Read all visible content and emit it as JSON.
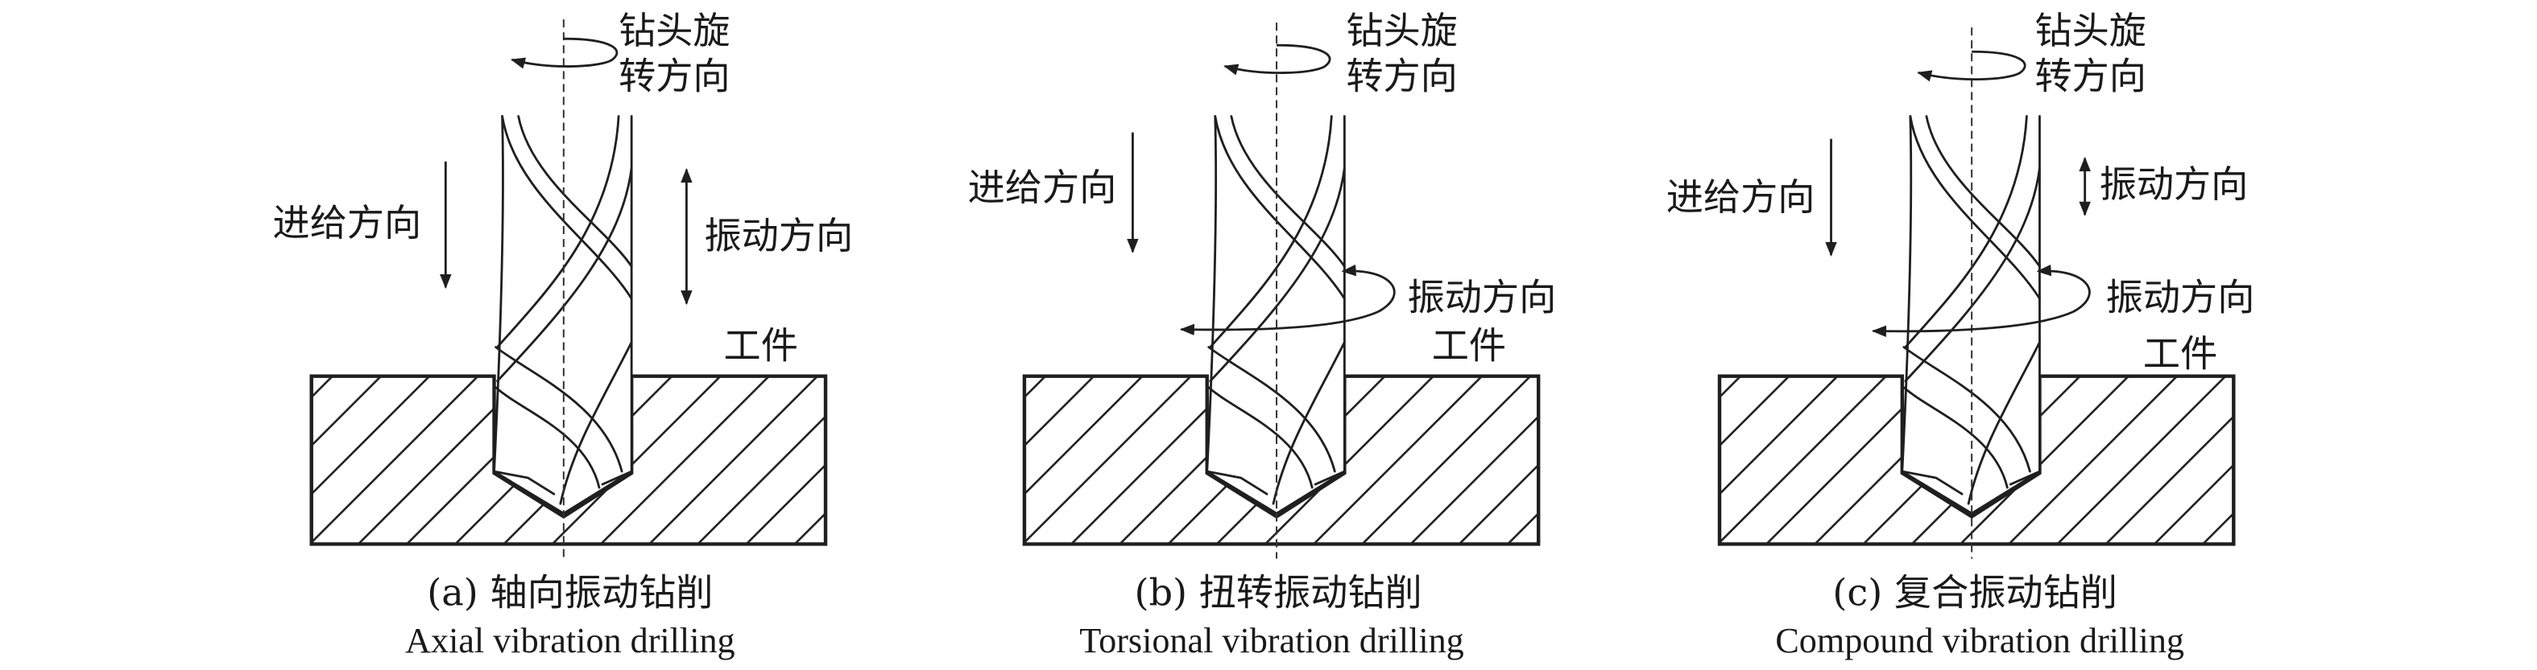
{
  "panels": [
    {
      "rotation_label": [
        "钻头旋",
        "转方向"
      ],
      "feed_label": "进给方向",
      "axial_vibration_label": "振动方向",
      "workpiece_label": "工件",
      "caption_cn": "(a) 轴向振动钻削",
      "caption_en": "Axial vibration drilling"
    },
    {
      "rotation_label": [
        "钻头旋",
        "转方向"
      ],
      "feed_label": "进给方向",
      "torsional_vibration_label": "振动方向",
      "workpiece_label": "工件",
      "caption_cn": "(b) 扭转振动钻削",
      "caption_en": "Torsional vibration drilling"
    },
    {
      "rotation_label": [
        "钻头旋",
        "转方向"
      ],
      "feed_label": "进给方向",
      "axial_vibration_label": "振动方向",
      "torsional_vibration_label": "振动方向",
      "workpiece_label": "工件",
      "caption_cn": "(c) 复合振动钻削",
      "caption_en": "Compound vibration drilling"
    }
  ]
}
